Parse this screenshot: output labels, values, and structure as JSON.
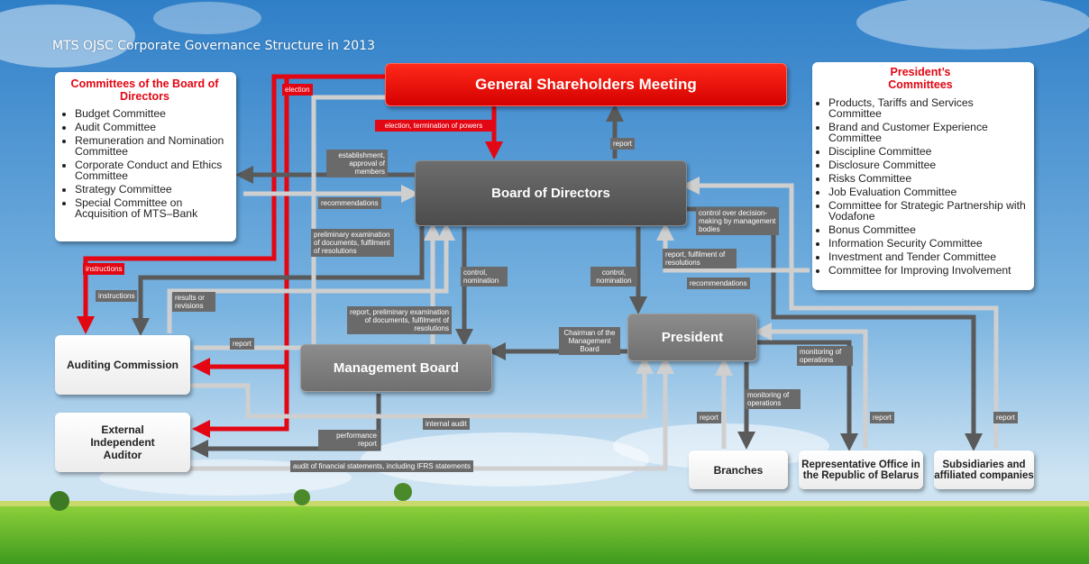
{
  "title": "MTS OJSC Corporate Governance Structure in 2013",
  "colors": {
    "accent_red": "#e30613",
    "dark_gray": "#5a5a5a",
    "light_gray": "#cfcfcf"
  },
  "nodes": {
    "gsm": "General Shareholders Meeting",
    "bod": "Board of Directors",
    "mb": "Management Board",
    "president": "President",
    "auditing": "Auditing Commission",
    "ext_auditor": "External Independent Auditor",
    "branches": "Branches",
    "belarus": "Representative Office in the Republic of Belarus",
    "subsidiaries": "Subsidiaries and affiliated companies"
  },
  "committees_bod": {
    "heading": "Committees of the Board of Directors",
    "items": [
      "Budget Committee",
      "Audit Committee",
      "Remuneration and Nomination Committee",
      "Corporate Conduct and Ethics Committee",
      "Strategy Committee",
      "Special Committee on Acquisition of MTS–Bank"
    ]
  },
  "committees_president": {
    "heading": "President’s Committees",
    "items": [
      "Products, Tariffs and Services Committee",
      "Brand and Customer Experience Committee",
      "Discipline Committee",
      "Disclosure Committee",
      "Risks Committee",
      "Job Evaluation Committee",
      "Committee for Strategic Partnership with Vodafone",
      "Bonus Committee",
      "Information Security Committee",
      "Investment and Tender Committee",
      "Committee for Improving Involvement"
    ]
  },
  "labels": {
    "election": "election",
    "election_termination": "election, termination of powers",
    "report_gsm": "report",
    "establishment": "establishment, approval of members",
    "recommendations_bod": "recommendations",
    "instructions_red": "instructions",
    "instructions": "instructions",
    "results": "results or revisions",
    "prelim_exam": "preliminary examination of documents, fulfilment of resolutions",
    "control_nom_left": "control, nomination",
    "report_prelim": "report, preliminary examination of documents, fulfilment of resolutions",
    "report_ac": "report",
    "control_nom_right": "control, nomination",
    "report_fulfil": "report, fulfilment of resolutions",
    "control_over": "control over decision-making by management bodies",
    "recommendations_pres": "recommendations",
    "chairman": "Chairman of the Management Board",
    "monitoring_1": "monitoring of operations",
    "monitoring_2": "monitoring of operations",
    "report_branches": "report",
    "report_belarus": "report",
    "report_subs": "report",
    "internal_audit": "internal audit",
    "performance": "performance report",
    "audit_fs": "audit of financial statements, including IFRS statements"
  }
}
